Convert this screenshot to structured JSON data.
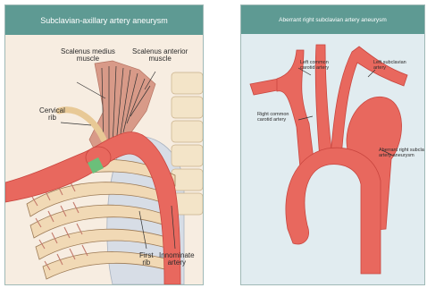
{
  "left_panel": {
    "title": "Subclavian-axillary artery aneurysm",
    "labels": {
      "scalenus_medius": "Scalenus medius muscle",
      "scalenus_anterior": "Scalenus anterior muscle",
      "cervical_rib": "Cervical rib",
      "first_rib": "First rib",
      "innominate_artery": "Innominate artery"
    }
  },
  "right_panel": {
    "title": "Aberrant right subclavian artery aneurysm",
    "labels": {
      "left_common_carotid": "Left common carotid artery",
      "left_subclavian": "Left subclavian artery",
      "right_common_carotid": "Right common carotid artery",
      "aberrant_aneurysm": "Aberrant right subclavian artery aneurysm"
    }
  },
  "colors": {
    "banner": "#5e9a93",
    "artery": "#e8685e",
    "artery_dark": "#c9463f",
    "muscle": "#d89a88",
    "rib": "#f1d9b5",
    "lung": "#d7dde6"
  }
}
